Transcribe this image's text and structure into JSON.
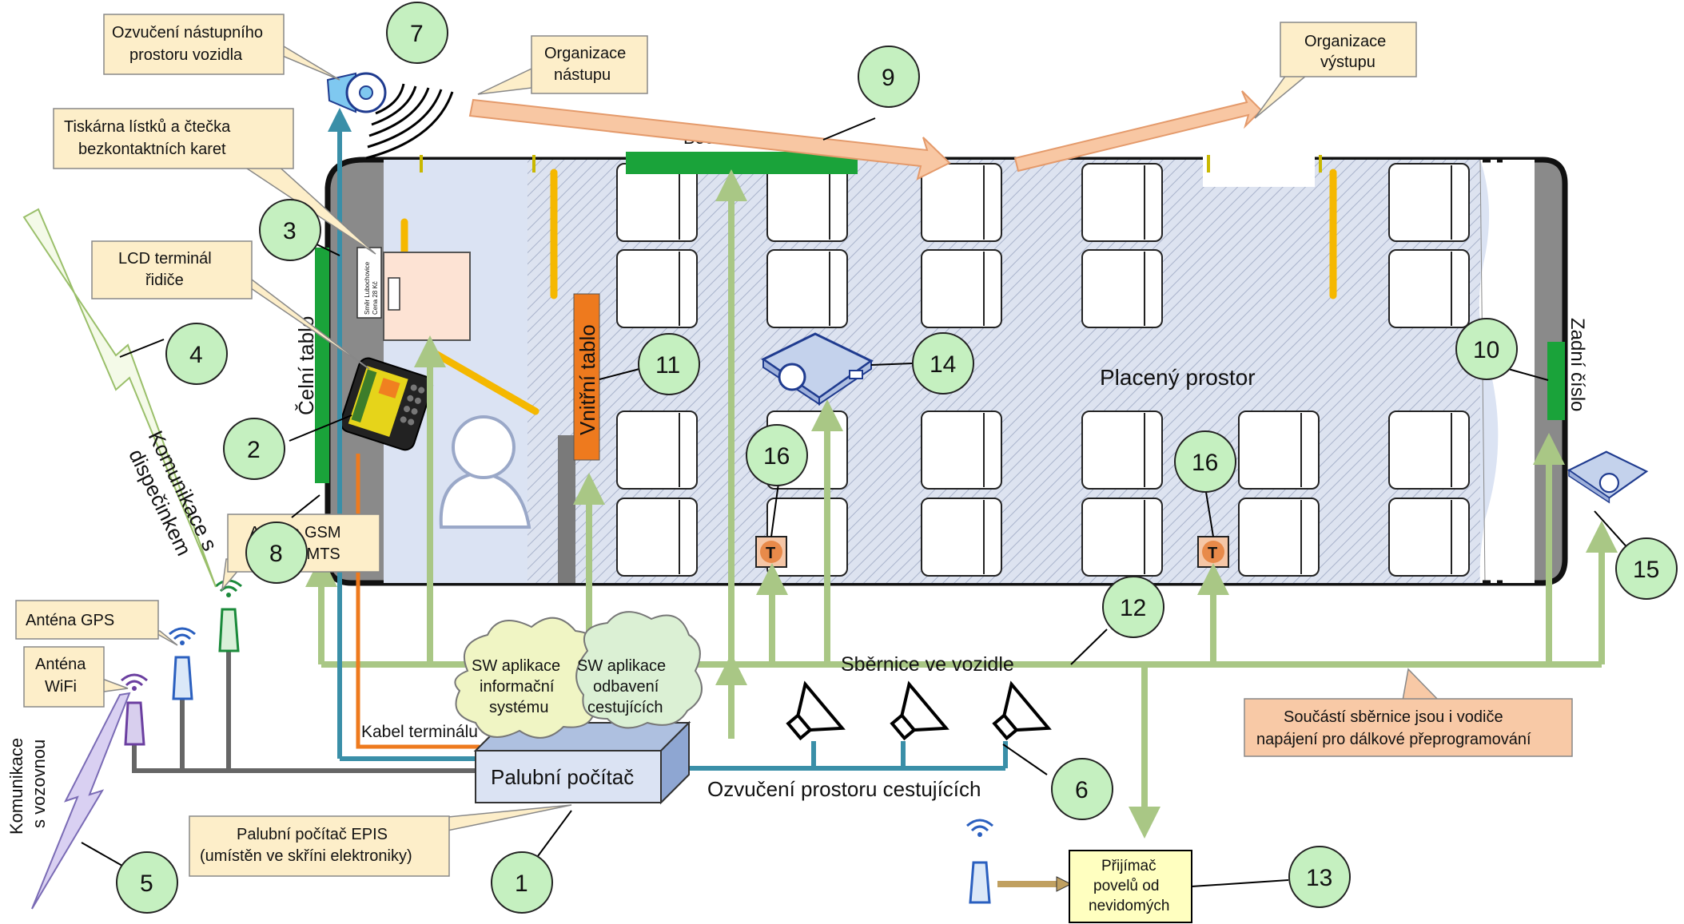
{
  "numbers": [
    "1",
    "2",
    "3",
    "4",
    "5",
    "6",
    "7",
    "8",
    "9",
    "10",
    "11",
    "12",
    "13",
    "14",
    "15",
    "16",
    "16"
  ],
  "callouts": {
    "speaker_entry": [
      "Ozvučení nástupního",
      "prostoru vozidla"
    ],
    "boarding": [
      "Organizace",
      "nástupu"
    ],
    "exit": [
      "Organizace",
      "výstupu"
    ],
    "printer": [
      "Tiskárna lístků a čtečka",
      "bezkontaktních karet"
    ],
    "lcd": [
      "LCD terminál",
      "řidiče"
    ],
    "gsm": [
      "Anténa GSM",
      "/ UMTS"
    ],
    "gps": [
      "Anténa GPS"
    ],
    "wifi": [
      "Anténa",
      "WiFi"
    ],
    "epis": [
      "Palubní počítač EPIS",
      "(umístěn ve skříni elektroniky)"
    ],
    "power": [
      "Součástí sběrnice jsou i vodiče",
      "napájení pro dálkové přeprogramování"
    ]
  },
  "labels": {
    "side_display": "Boční tablo",
    "front_display": "Čelní tablo",
    "inner_display": "Vnitřní tablo",
    "rear_number": "Zadní číslo",
    "paid_area": "Placený prostor",
    "bus": "Sběrnice ve vozidle",
    "cable": "Kabel terminálu",
    "passenger_audio": "Ozvučení prostoru cestujících",
    "computer": "Palubní počítač",
    "sw_info": [
      "SW aplikace",
      "informační",
      "systému"
    ],
    "sw_service": [
      "SW aplikace",
      "odbavení",
      "cestujících"
    ],
    "receiver": [
      "Přijímač",
      "povelů od",
      "nevidomých"
    ],
    "comm_dispatch": [
      "Komunikace s",
      "dispečinkem"
    ],
    "comm_vehicle": [
      "Komunikace",
      "s vozovnou"
    ],
    "temp": "T",
    "route_sign": [
      "Směr Lubochovice",
      "Cena 28 Kč"
    ]
  }
}
